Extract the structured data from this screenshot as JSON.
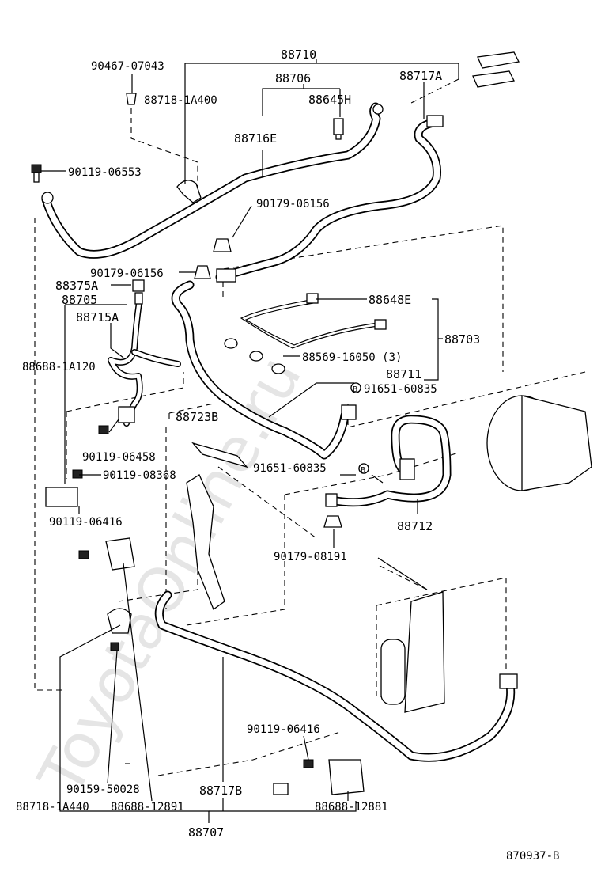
{
  "labels": {
    "p88710": "88710",
    "p90467": "90467-07043",
    "p88706": "88706",
    "p88717A": "88717A",
    "p88718_1A400": "88718-1A400",
    "p88645H": "88645H",
    "p88716E": "88716E",
    "p90119_06553": "90119-06553",
    "p90179_06156a": "90179-06156",
    "p90179_06156b": "90179-06156",
    "p88375A": "88375A",
    "p88705": "88705",
    "p88648E": "88648E",
    "p88715A": "88715A",
    "p88703": "88703",
    "p88688_1A120": "88688-1A120",
    "p88569": "88569-16050 (3)",
    "p88711": "88711",
    "p91651_60835a": "91651-60835",
    "p88723B": "88723B",
    "p90119_06458": "90119-06458",
    "p91651_60835b": "91651-60835",
    "p90119_08368": "90119-08368",
    "p88712": "88712",
    "p90119_06416a": "90119-06416",
    "p90179_08191": "90179-08191",
    "p90119_06416b": "90119-06416",
    "p90159_50028": "90159-50028",
    "p88717B": "88717B",
    "p88718_1A440": "88718-1A440",
    "p88688_12891": "88688-12891",
    "p88688_12881": "88688-12881",
    "p88707": "88707",
    "diagram_code": "870937-B"
  },
  "watermark": "ToyotaOnline.ru"
}
